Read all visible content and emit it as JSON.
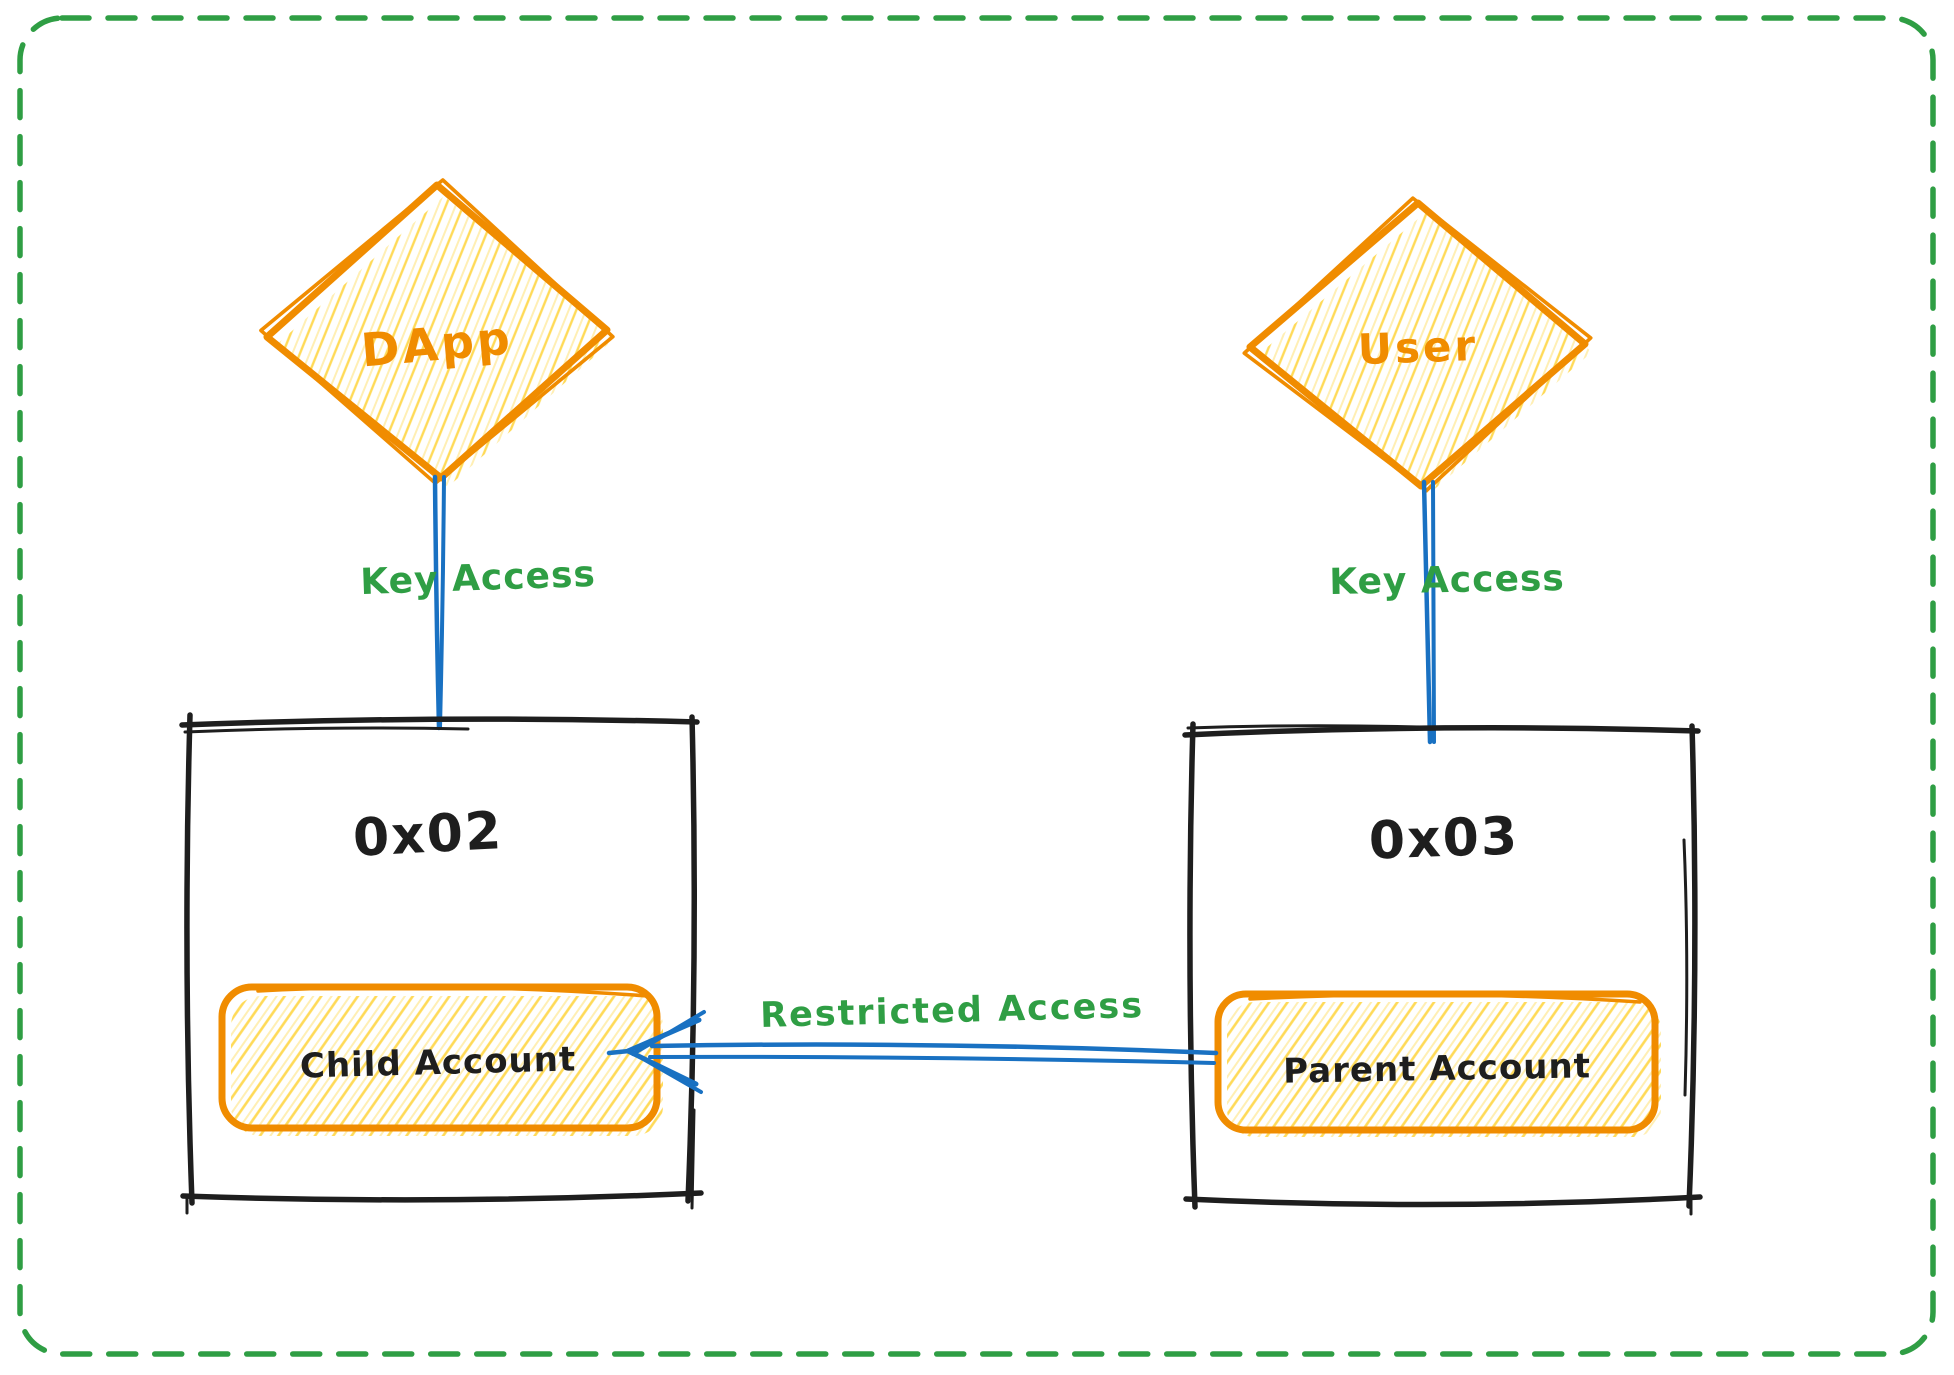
{
  "colors": {
    "background": "#ffffff",
    "frame_green": "#2f9e44",
    "green_text": "#2f9e44",
    "orange": "#f08c00",
    "yellow_hatch": "#ffd43b",
    "blue": "#1971c2",
    "ink": "#1e1e1e"
  },
  "nodes": {
    "dapp": {
      "label": "DApp",
      "shape": "diamond"
    },
    "user": {
      "label": "User",
      "shape": "diamond"
    },
    "account_0x02": {
      "label": "0x02",
      "shape": "rectangle"
    },
    "account_0x03": {
      "label": "0x03",
      "shape": "rectangle"
    },
    "child_account": {
      "label": "Child Account",
      "shape": "rounded-rectangle"
    },
    "parent_account": {
      "label": "Parent Account",
      "shape": "rounded-rectangle"
    }
  },
  "edges": {
    "dapp_to_0x02": {
      "label": "Key Access",
      "from": "DApp",
      "to": "0x02",
      "style": "double-line"
    },
    "user_to_0x03": {
      "label": "Key Access",
      "from": "User",
      "to": "0x03",
      "style": "double-line"
    },
    "parent_to_child": {
      "label": "Restricted Access",
      "from": "Parent Account",
      "to": "Child Account",
      "style": "arrow"
    }
  }
}
